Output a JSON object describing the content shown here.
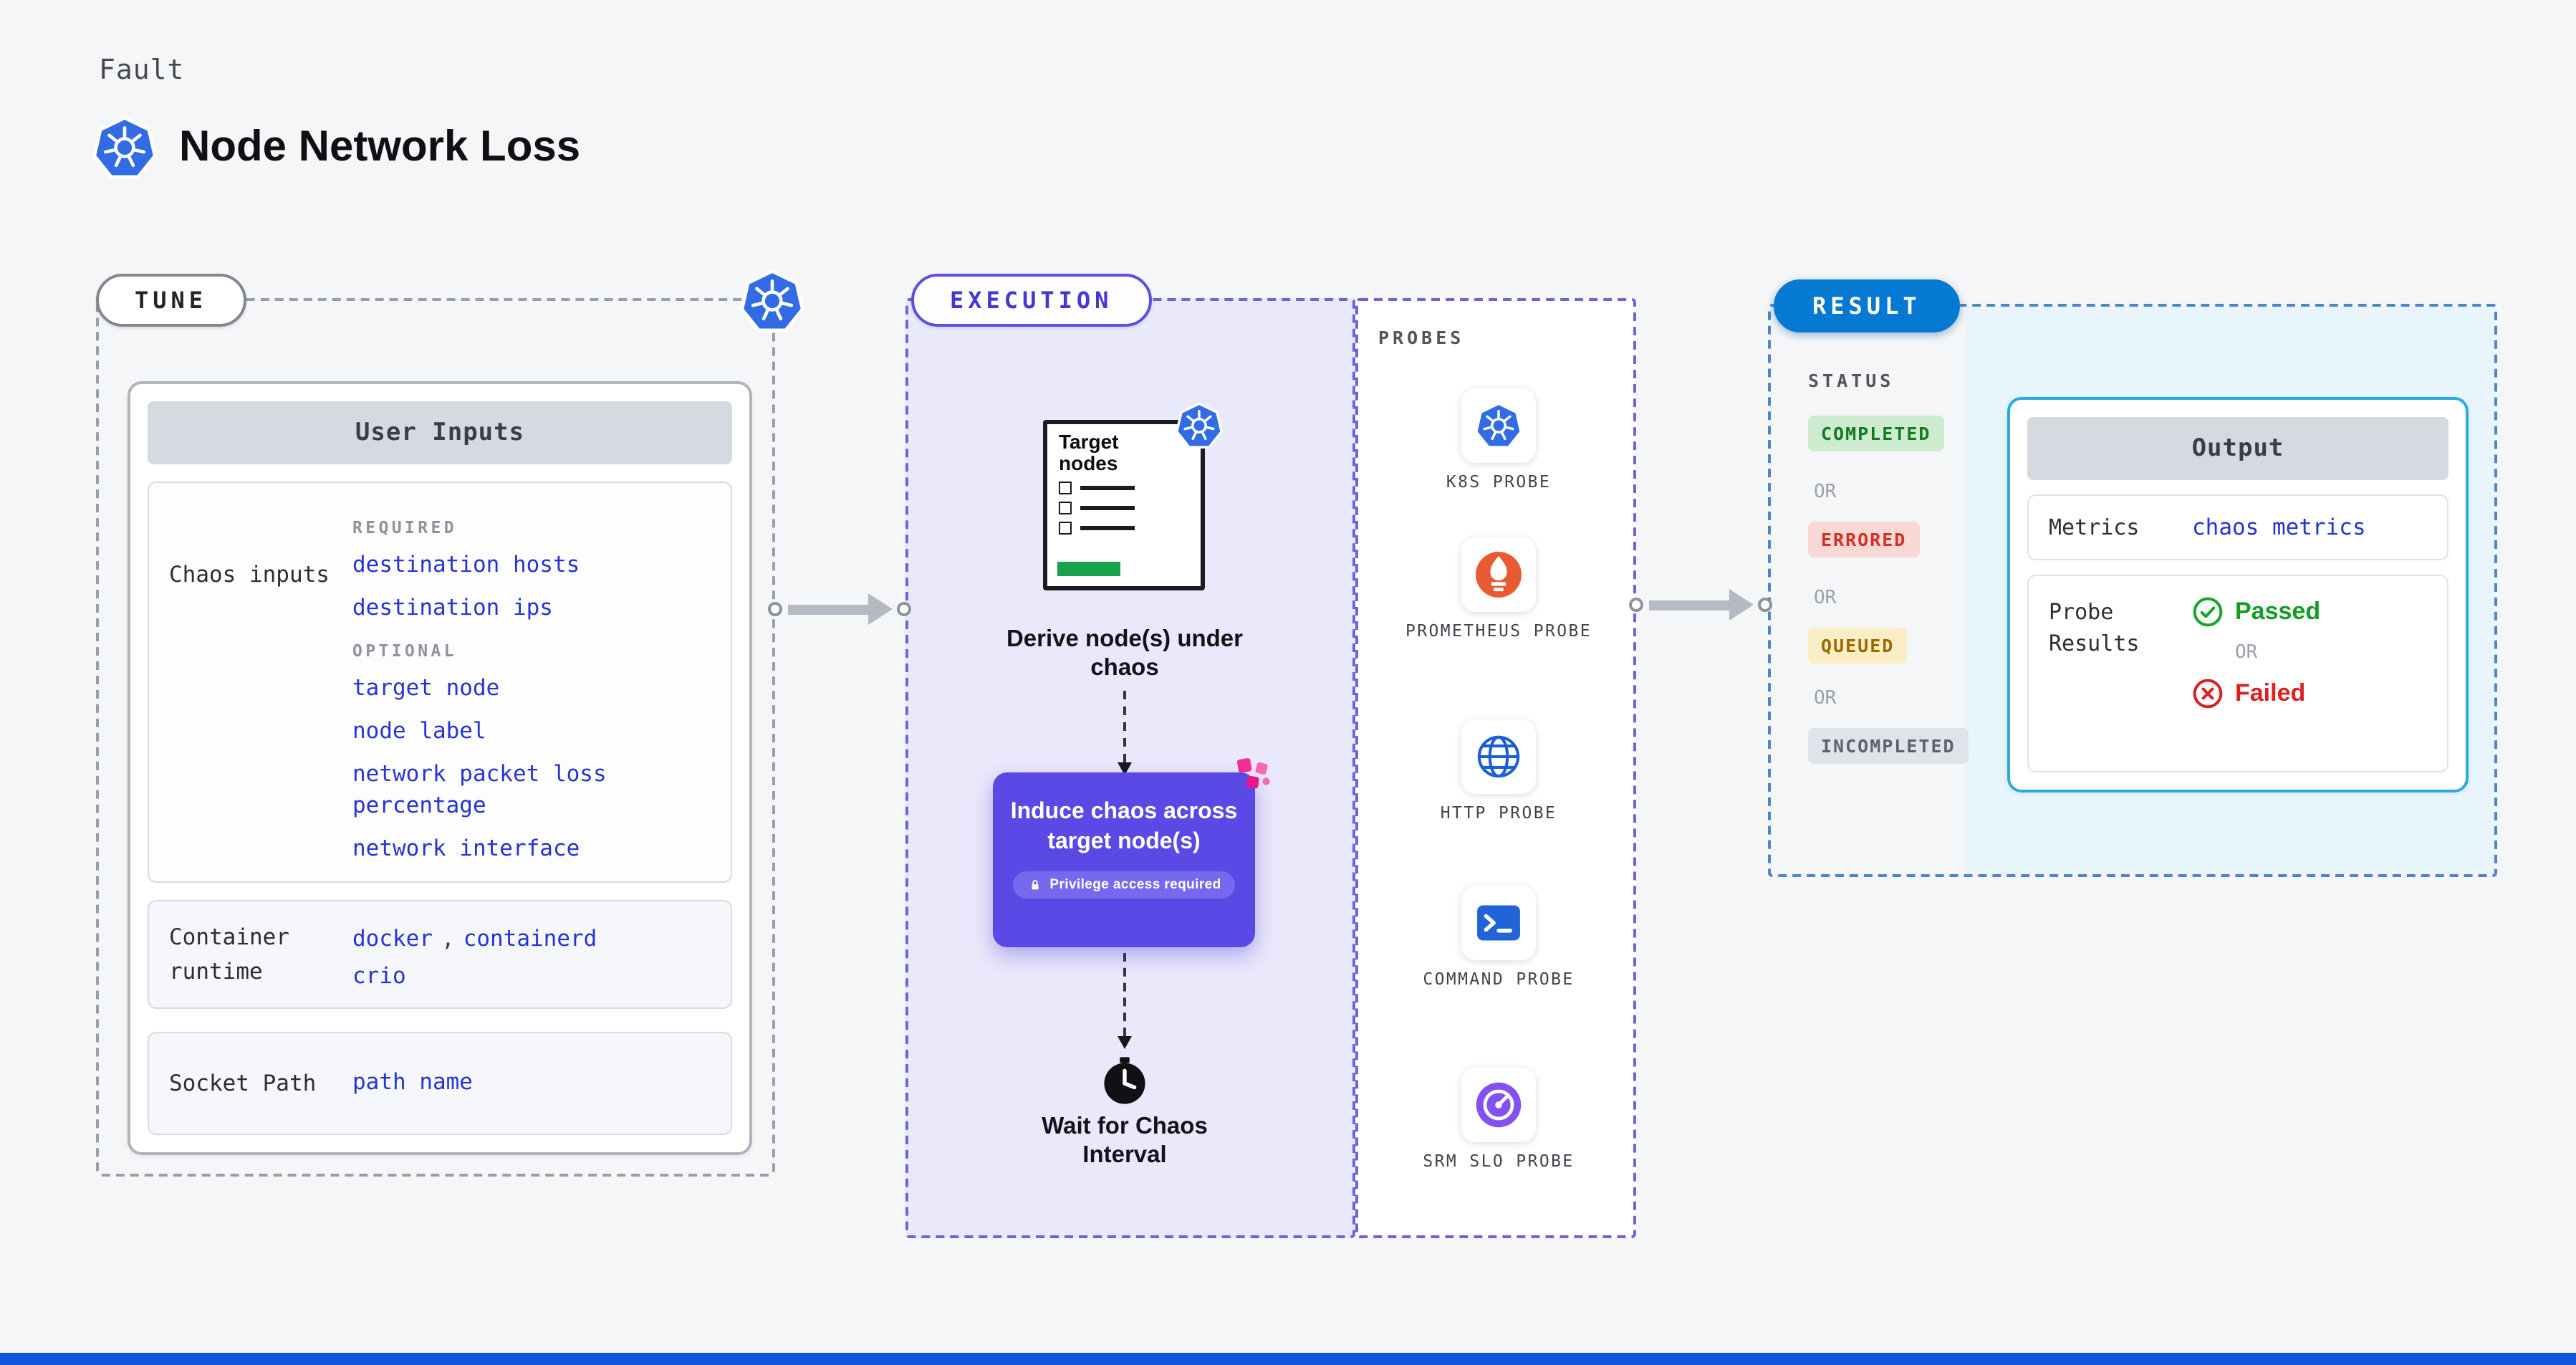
{
  "page": {
    "kicker": "Fault",
    "title": "Node Network Loss",
    "footer_color": "#1254dc"
  },
  "colors": {
    "link_blue": "#2434d6",
    "kubernetes_blue": "#326ce5",
    "execution_purple": "#5b49e6",
    "result_pill_blue": "#0679d2",
    "output_border_cyan": "#2aabdf",
    "status_completed_text": "#157822",
    "status_errored_text": "#d63025",
    "status_queued_text": "#9a6a00",
    "status_incompleted_text": "#5d636e",
    "passed_green": "#129e22",
    "failed_red": "#de1f1f",
    "target_doc_bar_green": "#18a24b",
    "chaos_spark_pink": "#ee2f96"
  },
  "tune": {
    "pill": "TUNE",
    "user_inputs": {
      "header": "User Inputs",
      "chaos_inputs": {
        "label": "Chaos inputs",
        "required_heading": "REQUIRED",
        "required_items": [
          "destination hosts",
          "destination ips"
        ],
        "optional_heading": "OPTIONAL",
        "optional_items": [
          "target node",
          "node label",
          "network packet loss percentage",
          "network interface"
        ]
      },
      "container_runtime": {
        "label": "Container runtime",
        "values": [
          "docker",
          "containerd",
          "crio"
        ],
        "separator": ","
      },
      "socket_path": {
        "label": "Socket Path",
        "value": "path name"
      }
    }
  },
  "execution": {
    "pill": "EXECUTION",
    "target_doc_title": "Target nodes",
    "derive_step": "Derive node(s) under chaos",
    "induce_step": "Induce chaos across target node(s)",
    "privilege_badge": "Privilege access required",
    "wait_step": "Wait for Chaos Interval",
    "probes": {
      "heading": "PROBES",
      "items": [
        {
          "label": "K8S PROBE",
          "icon": "kubernetes-icon"
        },
        {
          "label": "PROMETHEUS PROBE",
          "icon": "prometheus-icon"
        },
        {
          "label": "HTTP PROBE",
          "icon": "globe-icon"
        },
        {
          "label": "COMMAND PROBE",
          "icon": "terminal-icon"
        },
        {
          "label": "SRM SLO PROBE",
          "icon": "gauge-icon"
        }
      ]
    }
  },
  "result": {
    "pill": "RESULT",
    "status_heading": "STATUS",
    "statuses": [
      "COMPLETED",
      "ERRORED",
      "QUEUED",
      "INCOMPLETED"
    ],
    "or_label": "OR",
    "output": {
      "header": "Output",
      "metrics_label": "Metrics",
      "metrics_value": "chaos metrics",
      "probe_results_label": "Probe Results",
      "passed": "Passed",
      "or": "OR",
      "failed": "Failed"
    }
  }
}
